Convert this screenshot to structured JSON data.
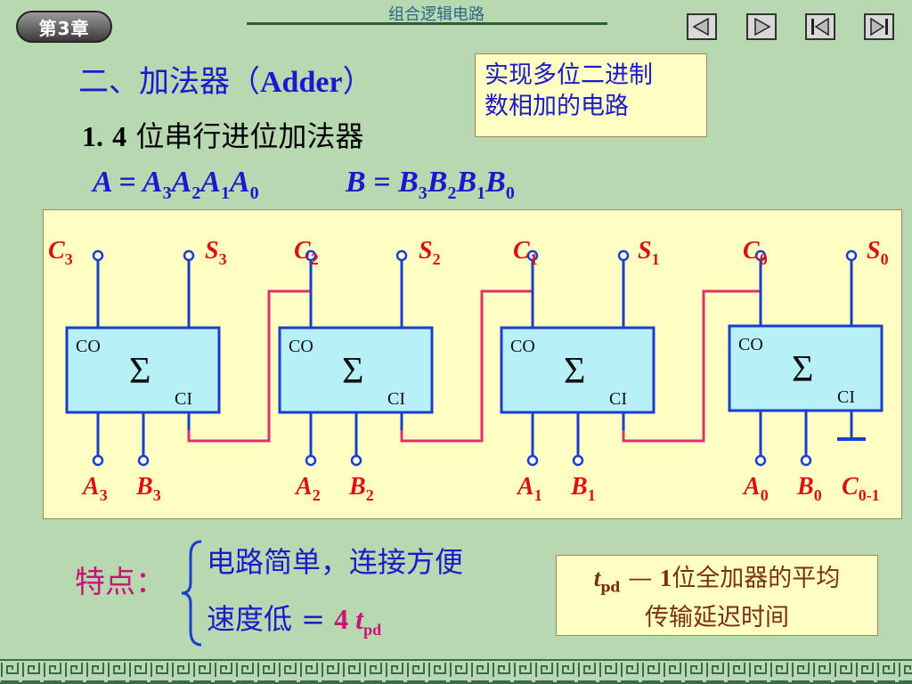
{
  "header": {
    "chapter_badge": "第3章",
    "title": "组合逻辑电路",
    "nav": [
      "previous-icon",
      "next-icon",
      "first-icon",
      "last-icon"
    ]
  },
  "heading": {
    "prefix": "二、加法器（",
    "english": "Adder",
    "suffix": "）"
  },
  "subheading": {
    "number": "1.",
    "count": "4",
    "text": "位串行进位加法器"
  },
  "formulas": {
    "A": {
      "lhs": "A",
      "eq": " = ",
      "terms": [
        [
          "A",
          "3"
        ],
        [
          "A",
          "2"
        ],
        [
          "A",
          "1"
        ],
        [
          "A",
          "0"
        ]
      ]
    },
    "B": {
      "lhs": "B",
      "eq": " = ",
      "terms": [
        [
          "B",
          "3"
        ],
        [
          "B",
          "2"
        ],
        [
          "B",
          "1"
        ],
        [
          "B",
          "0"
        ]
      ]
    }
  },
  "note_top": {
    "line1": "实现多位二进制",
    "line2": "数相加的电路"
  },
  "diagram": {
    "blocks": [
      {
        "co": "CO",
        "symbol": "Σ",
        "ci": "CI"
      },
      {
        "co": "CO",
        "symbol": "Σ",
        "ci": "CI"
      },
      {
        "co": "CO",
        "symbol": "Σ",
        "ci": "CI"
      },
      {
        "co": "CO",
        "symbol": "Σ",
        "ci": "CI"
      }
    ],
    "top_labels": [
      {
        "letter": "C",
        "sub": "3"
      },
      {
        "letter": "S",
        "sub": "3"
      },
      {
        "letter": "C",
        "sub": "2"
      },
      {
        "letter": "S",
        "sub": "2"
      },
      {
        "letter": "C",
        "sub": "1"
      },
      {
        "letter": "S",
        "sub": "1"
      },
      {
        "letter": "C",
        "sub": "0"
      },
      {
        "letter": "S",
        "sub": "0"
      }
    ],
    "bottom_labels": [
      {
        "letter": "A",
        "sub": "3"
      },
      {
        "letter": "B",
        "sub": "3"
      },
      {
        "letter": "A",
        "sub": "2"
      },
      {
        "letter": "B",
        "sub": "2"
      },
      {
        "letter": "A",
        "sub": "1"
      },
      {
        "letter": "B",
        "sub": "1"
      },
      {
        "letter": "A",
        "sub": "0"
      },
      {
        "letter": "B",
        "sub": "0"
      },
      {
        "letter": "C",
        "sub": "0-1"
      }
    ]
  },
  "features": {
    "label": "特点：",
    "item1": "电路简单，连接方便",
    "item2_text": "速度低 = ",
    "item2_num": "4 ",
    "item2_var": "t",
    "item2_sub": "pd"
  },
  "note_bottom": {
    "var": "t",
    "sub": "pd",
    "dash": " — ",
    "num": "1",
    "line1_rest": "位全加器的平均",
    "line2": "传输延迟时间"
  },
  "colors": {
    "background": "#b7d8b0",
    "diagram_bg": "#ffffc4",
    "block_fill": "#b8f0f8",
    "wire_blue": "#1a3ecc",
    "wire_carry": "#e0306a",
    "label_red": "#dd1111",
    "title_blue": "#1a1acc",
    "feature_magenta": "#cc1177"
  }
}
